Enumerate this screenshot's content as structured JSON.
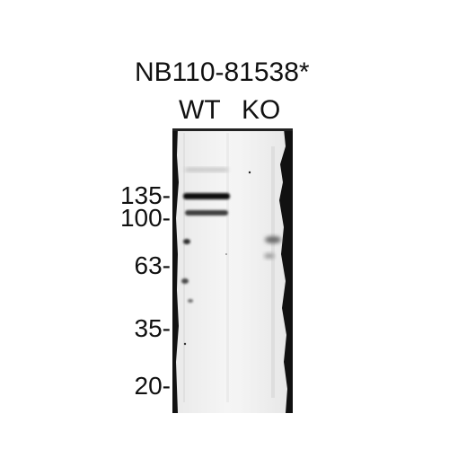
{
  "antibody_label": "NB110-81538*",
  "lanes": [
    {
      "label": "WT"
    },
    {
      "label": "KO"
    }
  ],
  "markers": [
    {
      "label": "135-"
    },
    {
      "label": "100-"
    },
    {
      "label": "63-"
    },
    {
      "label": "35-"
    },
    {
      "label": "20-"
    }
  ]
}
